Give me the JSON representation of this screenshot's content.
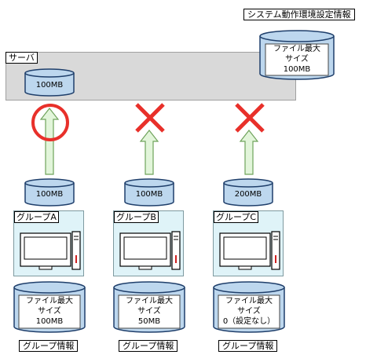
{
  "system_info_title": "システム動作環境設定情報",
  "system_db": {
    "lines": [
      "ファイル最大",
      "サイズ",
      "100MB"
    ]
  },
  "server": {
    "label": "サーバ",
    "db_label": "100MB"
  },
  "uploads": [
    {
      "db_label": "100MB",
      "result": "circle"
    },
    {
      "db_label": "100MB",
      "result": "cross"
    },
    {
      "db_label": "200MB",
      "result": "cross"
    }
  ],
  "groups": [
    {
      "label": "グループA",
      "lines": [
        "ファイル最大",
        "サイズ",
        "100MB"
      ],
      "info": "グループ情報"
    },
    {
      "label": "グループB",
      "lines": [
        "ファイル最大",
        "サイズ",
        "50MB"
      ],
      "info": "グループ情報"
    },
    {
      "label": "グループC",
      "lines": [
        "ファイル最大",
        "サイズ",
        "0（設定なし）"
      ],
      "info": "グループ情報"
    }
  ],
  "colors": {
    "db_fill": "#bdd7ee",
    "db_stroke": "#1f3f6b",
    "arrow_fill": "#e2f5da",
    "arrow_stroke": "#6fa35b",
    "mark_red": "#e8302a",
    "group_bg": "#dff3f8",
    "server_bg": "#d9d9d9"
  }
}
